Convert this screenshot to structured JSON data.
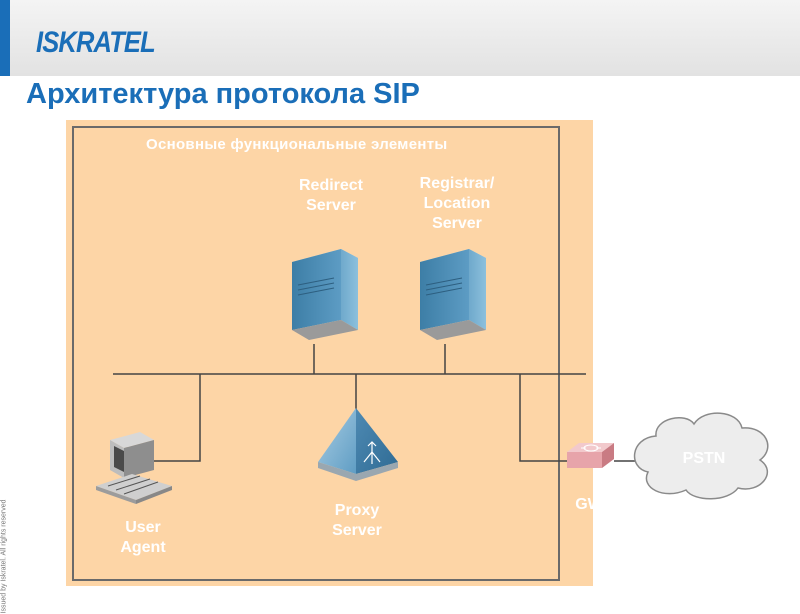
{
  "header": {
    "logo_part1": "ISKRA",
    "logo_part2": "TEL",
    "title": "Архитектура протокола SIP",
    "side_note": "Issued by Iskratel. All rights reserved"
  },
  "diagram": {
    "panel_title": "Основные функциональные элементы",
    "nodes": {
      "redirect_server": {
        "line1": "Redirect",
        "line2": "Server"
      },
      "registrar_server": {
        "line1": "Registrar/",
        "line2": "Location",
        "line3": "Server"
      },
      "proxy_server": {
        "line1": "Proxy",
        "line2": "Server"
      },
      "user_agent": {
        "line1": "User",
        "line2": "Agent"
      },
      "gateway": {
        "label": "GW"
      },
      "pstn": {
        "label": "PSTN"
      }
    },
    "colors": {
      "brand_blue": "#1a6eb8",
      "panel_fill": "#fdd5a6",
      "server_blue": "#4f8fb4",
      "label_white": "#ffffff"
    }
  }
}
